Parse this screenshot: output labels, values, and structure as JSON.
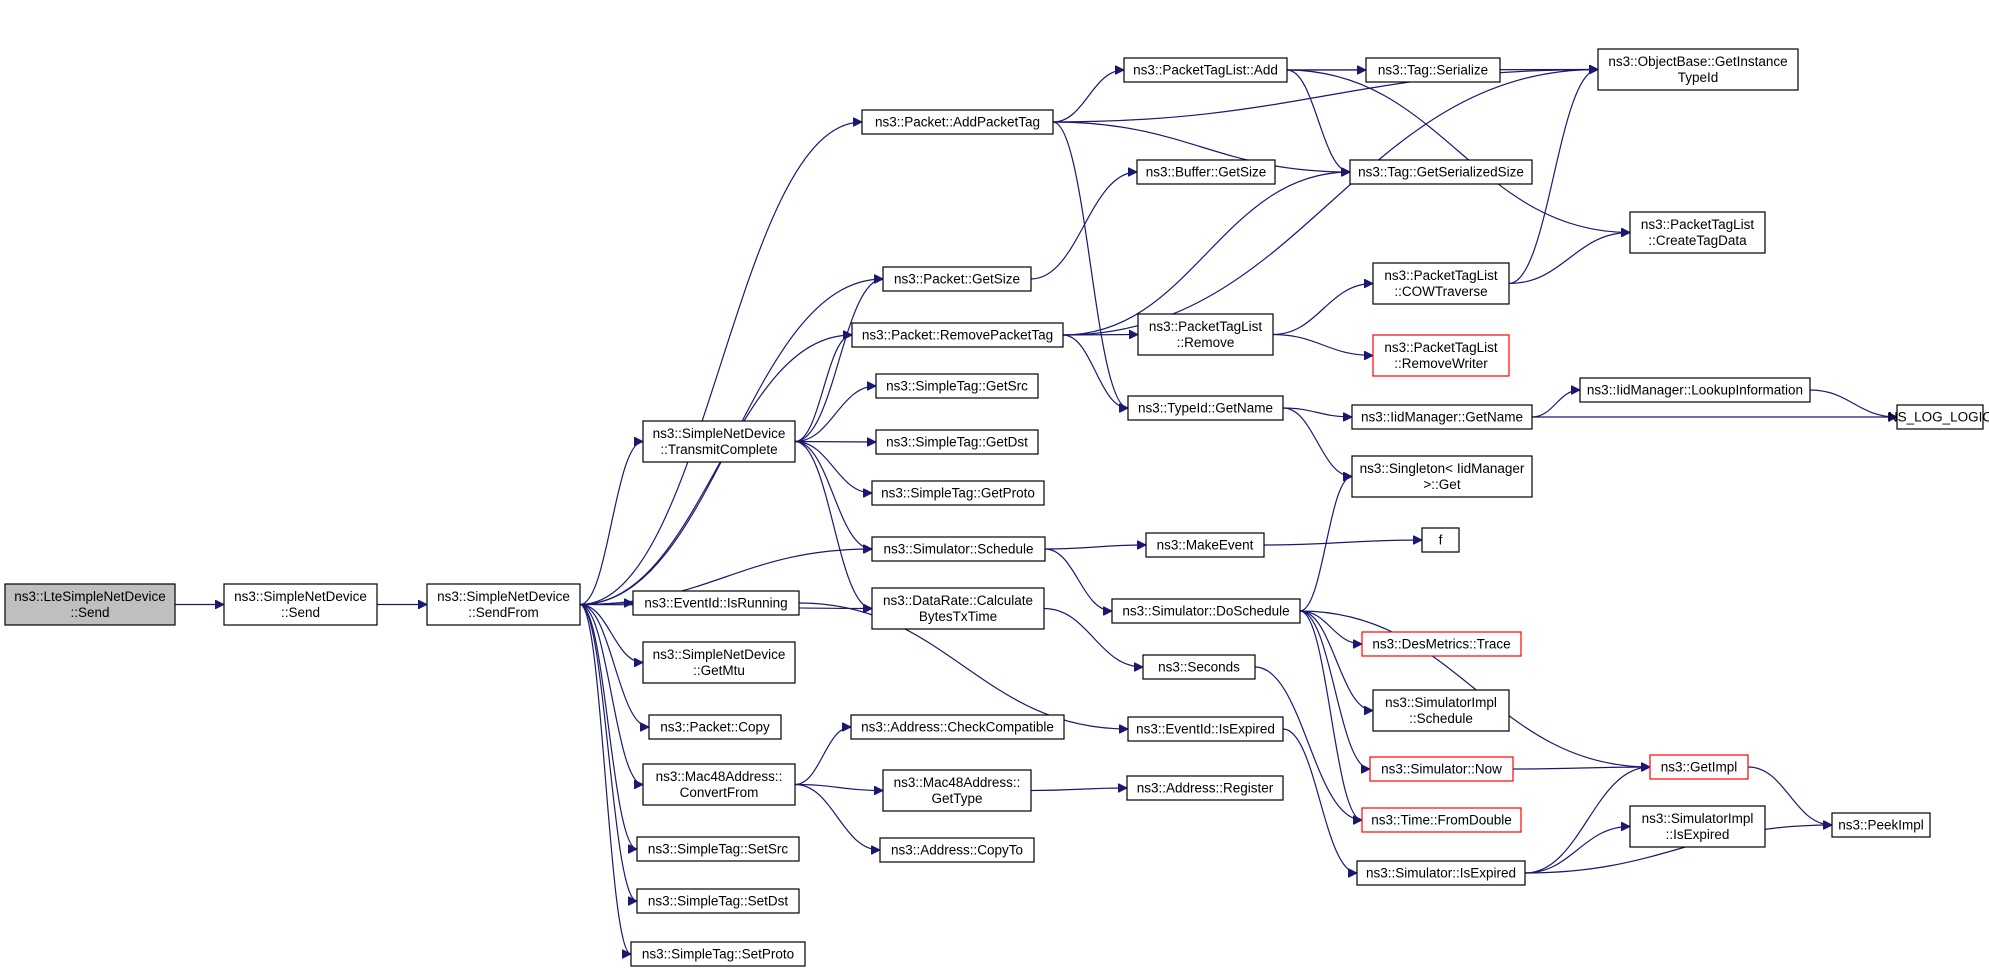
{
  "colors": {
    "edge": "#191970",
    "root_fill": "#bfbfbf",
    "node_fill": "#ffffff",
    "node_border": "#000000",
    "truncated_border": "#ff0000",
    "background": "#ffffff"
  },
  "nodes": [
    {
      "id": "root",
      "lines": [
        "ns3::LteSimpleNetDevice",
        "::Send"
      ],
      "style": "root"
    },
    {
      "id": "snd_send",
      "lines": [
        "ns3::SimpleNetDevice",
        "::Send"
      ],
      "style": "normal"
    },
    {
      "id": "snd_sendfrom",
      "lines": [
        "ns3::SimpleNetDevice",
        "::SendFrom"
      ],
      "style": "normal"
    },
    {
      "id": "pkt_addtag",
      "lines": [
        "ns3::Packet::AddPacketTag"
      ],
      "style": "normal"
    },
    {
      "id": "ptl_add",
      "lines": [
        "ns3::PacketTagList::Add"
      ],
      "style": "normal"
    },
    {
      "id": "tag_serialize",
      "lines": [
        "ns3::Tag::Serialize"
      ],
      "style": "normal"
    },
    {
      "id": "objbase",
      "lines": [
        "ns3::ObjectBase::GetInstance",
        "TypeId"
      ],
      "style": "normal"
    },
    {
      "id": "buf_getsize",
      "lines": [
        "ns3::Buffer::GetSize"
      ],
      "style": "normal"
    },
    {
      "id": "tag_getsersize",
      "lines": [
        "ns3::Tag::GetSerializedSize"
      ],
      "style": "normal"
    },
    {
      "id": "ptl_create",
      "lines": [
        "ns3::PacketTagList",
        "::CreateTagData"
      ],
      "style": "normal"
    },
    {
      "id": "pkt_getsize",
      "lines": [
        "ns3::Packet::GetSize"
      ],
      "style": "normal"
    },
    {
      "id": "ptl_cow",
      "lines": [
        "ns3::PacketTagList",
        "::COWTraverse"
      ],
      "style": "normal"
    },
    {
      "id": "pkt_removetag",
      "lines": [
        "ns3::Packet::RemovePacketTag"
      ],
      "style": "normal"
    },
    {
      "id": "ptl_remove",
      "lines": [
        "ns3::PacketTagList",
        "::Remove"
      ],
      "style": "normal"
    },
    {
      "id": "ptl_removewriter",
      "lines": [
        "ns3::PacketTagList",
        "::RemoveWriter"
      ],
      "style": "truncated"
    },
    {
      "id": "st_getsrc",
      "lines": [
        "ns3::SimpleTag::GetSrc"
      ],
      "style": "normal"
    },
    {
      "id": "typeid_getname",
      "lines": [
        "ns3::TypeId::GetName"
      ],
      "style": "normal"
    },
    {
      "id": "iid_getname",
      "lines": [
        "ns3::IidManager::GetName"
      ],
      "style": "normal"
    },
    {
      "id": "iid_lookup",
      "lines": [
        "ns3::IidManager::LookupInformation"
      ],
      "style": "normal"
    },
    {
      "id": "ns_log_logic",
      "lines": [
        "NS_LOG_LOGIC"
      ],
      "style": "normal"
    },
    {
      "id": "snd_transmit",
      "lines": [
        "ns3::SimpleNetDevice",
        "::TransmitComplete"
      ],
      "style": "normal"
    },
    {
      "id": "st_getdst",
      "lines": [
        "ns3::SimpleTag::GetDst"
      ],
      "style": "normal"
    },
    {
      "id": "singleton_get",
      "lines": [
        "ns3::Singleton< IidManager",
        " >::Get"
      ],
      "style": "normal"
    },
    {
      "id": "st_getproto",
      "lines": [
        "ns3::SimpleTag::GetProto"
      ],
      "style": "normal"
    },
    {
      "id": "sim_schedule",
      "lines": [
        "ns3::Simulator::Schedule"
      ],
      "style": "normal"
    },
    {
      "id": "makeevent",
      "lines": [
        "ns3::MakeEvent"
      ],
      "style": "normal"
    },
    {
      "id": "f",
      "lines": [
        "f"
      ],
      "style": "normal"
    },
    {
      "id": "eid_isrunning",
      "lines": [
        "ns3::EventId::IsRunning"
      ],
      "style": "normal"
    },
    {
      "id": "dr_calc",
      "lines": [
        "ns3::DataRate::Calculate",
        "BytesTxTime"
      ],
      "style": "normal"
    },
    {
      "id": "sim_doschedule",
      "lines": [
        "ns3::Simulator::DoSchedule"
      ],
      "style": "normal"
    },
    {
      "id": "desmetrics",
      "lines": [
        "ns3::DesMetrics::Trace"
      ],
      "style": "truncated"
    },
    {
      "id": "snd_getmtu",
      "lines": [
        "ns3::SimpleNetDevice",
        "::GetMtu"
      ],
      "style": "normal"
    },
    {
      "id": "seconds",
      "lines": [
        "ns3::Seconds"
      ],
      "style": "normal"
    },
    {
      "id": "simimpl_schedule",
      "lines": [
        "ns3::SimulatorImpl",
        "::Schedule"
      ],
      "style": "normal"
    },
    {
      "id": "pkt_copy",
      "lines": [
        "ns3::Packet::Copy"
      ],
      "style": "normal"
    },
    {
      "id": "addr_checkcompat",
      "lines": [
        "ns3::Address::CheckCompatible"
      ],
      "style": "normal"
    },
    {
      "id": "eid_isexpired",
      "lines": [
        "ns3::EventId::IsExpired"
      ],
      "style": "normal"
    },
    {
      "id": "sim_now",
      "lines": [
        "ns3::Simulator::Now"
      ],
      "style": "truncated"
    },
    {
      "id": "getimpl",
      "lines": [
        "ns3::GetImpl"
      ],
      "style": "truncated"
    },
    {
      "id": "mac48_convfrom",
      "lines": [
        "ns3::Mac48Address::",
        "ConvertFrom"
      ],
      "style": "normal"
    },
    {
      "id": "mac48_gettype",
      "lines": [
        "ns3::Mac48Address::",
        "GetType"
      ],
      "style": "normal"
    },
    {
      "id": "addr_register",
      "lines": [
        "ns3::Address::Register"
      ],
      "style": "normal"
    },
    {
      "id": "time_fromdouble",
      "lines": [
        "ns3::Time::FromDouble"
      ],
      "style": "truncated"
    },
    {
      "id": "simimpl_isexpired",
      "lines": [
        "ns3::SimulatorImpl",
        "::IsExpired"
      ],
      "style": "normal"
    },
    {
      "id": "peekimpl",
      "lines": [
        "ns3::PeekImpl"
      ],
      "style": "normal"
    },
    {
      "id": "st_setsrc",
      "lines": [
        "ns3::SimpleTag::SetSrc"
      ],
      "style": "normal"
    },
    {
      "id": "addr_copyto",
      "lines": [
        "ns3::Address::CopyTo"
      ],
      "style": "normal"
    },
    {
      "id": "sim_isexpired",
      "lines": [
        "ns3::Simulator::IsExpired"
      ],
      "style": "normal"
    },
    {
      "id": "st_setdst",
      "lines": [
        "ns3::SimpleTag::SetDst"
      ],
      "style": "normal"
    },
    {
      "id": "st_setproto",
      "lines": [
        "ns3::SimpleTag::SetProto"
      ],
      "style": "normal"
    }
  ],
  "edges": [
    [
      "root",
      "snd_send"
    ],
    [
      "snd_send",
      "snd_sendfrom"
    ],
    [
      "snd_sendfrom",
      "pkt_addtag"
    ],
    [
      "snd_sendfrom",
      "pkt_getsize"
    ],
    [
      "snd_sendfrom",
      "pkt_removetag"
    ],
    [
      "snd_sendfrom",
      "snd_transmit"
    ],
    [
      "snd_sendfrom",
      "sim_schedule"
    ],
    [
      "snd_sendfrom",
      "dr_calc"
    ],
    [
      "snd_sendfrom",
      "eid_isrunning"
    ],
    [
      "snd_sendfrom",
      "snd_getmtu"
    ],
    [
      "snd_sendfrom",
      "pkt_copy"
    ],
    [
      "snd_sendfrom",
      "mac48_convfrom"
    ],
    [
      "snd_sendfrom",
      "st_setsrc"
    ],
    [
      "snd_sendfrom",
      "st_setdst"
    ],
    [
      "snd_sendfrom",
      "st_setproto"
    ],
    [
      "pkt_addtag",
      "ptl_add"
    ],
    [
      "pkt_addtag",
      "objbase"
    ],
    [
      "pkt_addtag",
      "tag_getsersize"
    ],
    [
      "pkt_addtag",
      "typeid_getname"
    ],
    [
      "ptl_add",
      "tag_serialize"
    ],
    [
      "ptl_add",
      "objbase"
    ],
    [
      "ptl_add",
      "tag_getsersize"
    ],
    [
      "ptl_add",
      "ptl_create"
    ],
    [
      "pkt_getsize",
      "buf_getsize"
    ],
    [
      "pkt_removetag",
      "objbase"
    ],
    [
      "pkt_removetag",
      "tag_getsersize"
    ],
    [
      "pkt_removetag",
      "ptl_remove"
    ],
    [
      "pkt_removetag",
      "typeid_getname"
    ],
    [
      "ptl_remove",
      "ptl_cow"
    ],
    [
      "ptl_remove",
      "ptl_removewriter"
    ],
    [
      "ptl_cow",
      "objbase"
    ],
    [
      "ptl_cow",
      "ptl_create"
    ],
    [
      "typeid_getname",
      "iid_getname"
    ],
    [
      "typeid_getname",
      "singleton_get"
    ],
    [
      "iid_getname",
      "iid_lookup"
    ],
    [
      "iid_getname",
      "ns_log_logic"
    ],
    [
      "iid_lookup",
      "ns_log_logic"
    ],
    [
      "snd_transmit",
      "pkt_getsize"
    ],
    [
      "snd_transmit",
      "pkt_removetag"
    ],
    [
      "snd_transmit",
      "st_getsrc"
    ],
    [
      "snd_transmit",
      "st_getdst"
    ],
    [
      "snd_transmit",
      "st_getproto"
    ],
    [
      "snd_transmit",
      "sim_schedule"
    ],
    [
      "snd_transmit",
      "dr_calc"
    ],
    [
      "sim_schedule",
      "makeevent"
    ],
    [
      "sim_schedule",
      "sim_doschedule"
    ],
    [
      "makeevent",
      "f"
    ],
    [
      "sim_doschedule",
      "singleton_get"
    ],
    [
      "sim_doschedule",
      "desmetrics"
    ],
    [
      "sim_doschedule",
      "simimpl_schedule"
    ],
    [
      "sim_doschedule",
      "sim_now"
    ],
    [
      "sim_doschedule",
      "time_fromdouble"
    ],
    [
      "sim_doschedule",
      "getimpl"
    ],
    [
      "eid_isrunning",
      "eid_isexpired"
    ],
    [
      "dr_calc",
      "seconds"
    ],
    [
      "seconds",
      "time_fromdouble"
    ],
    [
      "eid_isexpired",
      "sim_isexpired"
    ],
    [
      "sim_now",
      "getimpl"
    ],
    [
      "getimpl",
      "peekimpl"
    ],
    [
      "mac48_convfrom",
      "addr_checkcompat"
    ],
    [
      "mac48_convfrom",
      "mac48_gettype"
    ],
    [
      "mac48_convfrom",
      "addr_copyto"
    ],
    [
      "mac48_gettype",
      "addr_register"
    ],
    [
      "sim_isexpired",
      "getimpl"
    ],
    [
      "sim_isexpired",
      "simimpl_isexpired"
    ],
    [
      "sim_isexpired",
      "peekimpl"
    ]
  ]
}
